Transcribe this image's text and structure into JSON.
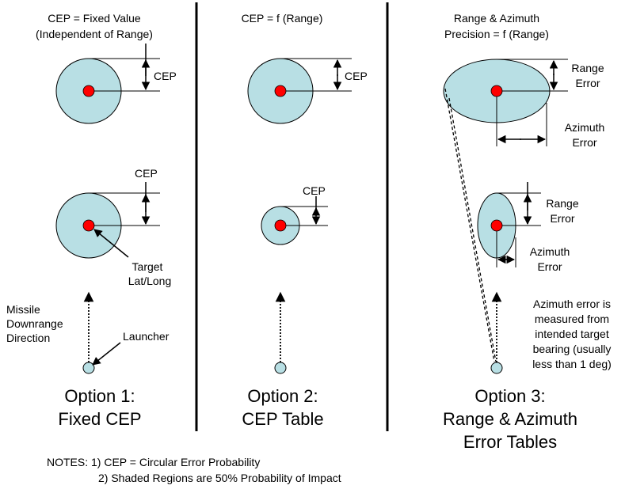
{
  "colors": {
    "shade": "#b8dfe4",
    "target": "#ff0000",
    "line": "#000000",
    "background": "#ffffff"
  },
  "panel1": {
    "header": [
      "CEP = Fixed Value",
      "(Independent of Range)"
    ],
    "cep_top": "CEP",
    "cep_mid": "CEP",
    "target_label": [
      "Target",
      "Lat/Long"
    ],
    "missile_label": [
      "Missile",
      "Downrange",
      "Direction"
    ],
    "launcher_label": "Launcher",
    "option_title": [
      "Option 1:",
      "Fixed CEP"
    ]
  },
  "panel2": {
    "header": "CEP = f (Range)",
    "cep_top": "CEP",
    "cep_mid": "CEP",
    "option_title": [
      "Option 2:",
      "CEP Table"
    ]
  },
  "panel3": {
    "header": [
      "Range & Azimuth",
      "Precision = f (Range)"
    ],
    "range_error_top": [
      "Range",
      "Error"
    ],
    "azimuth_error_top": [
      "Azimuth",
      "Error"
    ],
    "range_error_mid": [
      "Range",
      "Error"
    ],
    "azimuth_error_mid": [
      "Azimuth",
      "Error"
    ],
    "azimuth_note": [
      "Azimuth error is",
      "measured from",
      "intended target",
      "bearing (usually",
      "less than 1 deg)"
    ],
    "option_title": [
      "Option 3:",
      "Range & Azimuth",
      "Error Tables"
    ]
  },
  "notes": {
    "line1": "NOTES:  1) CEP = Circular Error Probability",
    "line2": "2) Shaded Regions are 50% Probability of Impact"
  }
}
